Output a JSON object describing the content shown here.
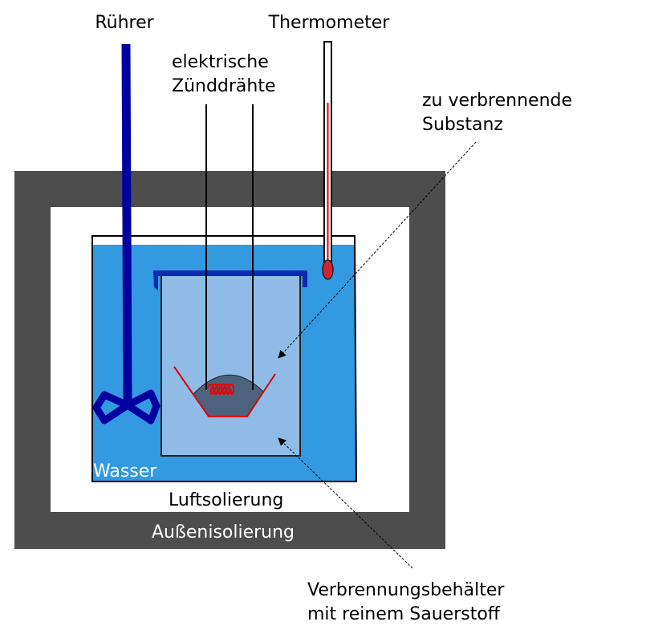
{
  "labels": {
    "stirrer": "Rührer",
    "thermometer": "Thermometer",
    "wires_line1": "elektrische",
    "wires_line2": "Zünddrähte",
    "substance_line1": "zu verbrennende",
    "substance_line2": "Substanz",
    "water": "Wasser",
    "air_insulation": "Luftsolierung",
    "outer_insulation": "Außenisolierung",
    "vessel_line1": "Verbrennungsbehälter",
    "vessel_line2": "mit reinem Sauerstoff"
  },
  "colors": {
    "outer_insulation": "#4d4d4d",
    "water": "#3399e0",
    "combustion_vessel": "#8fbbe6",
    "lid": "#0a2bb0",
    "stirrer": "#0000a0",
    "crucible_rim": "#dd0000",
    "sample": "#4d637d",
    "thermometer_bulb": "#d42030"
  }
}
